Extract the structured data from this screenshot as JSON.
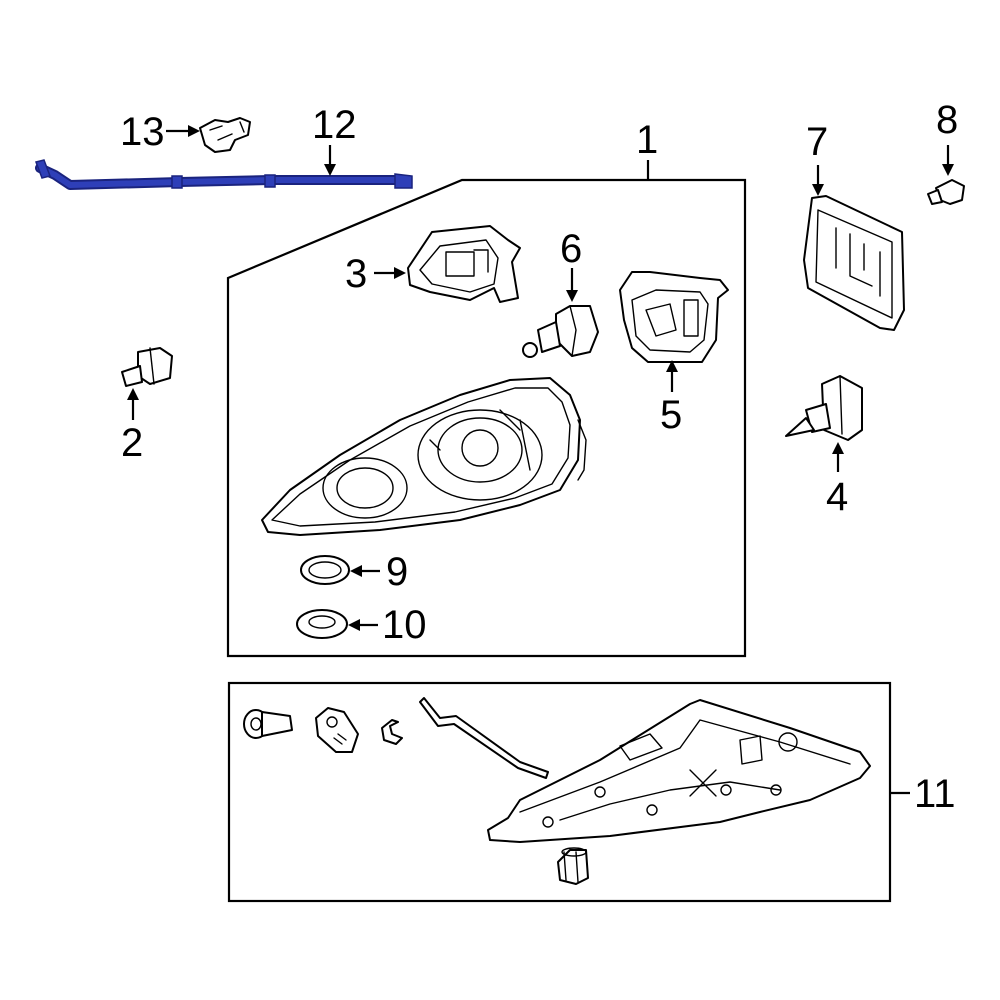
{
  "callouts": {
    "c1": "1",
    "c2": "2",
    "c3": "3",
    "c4": "4",
    "c5": "5",
    "c6": "6",
    "c7": "7",
    "c8": "8",
    "c9": "9",
    "c10": "10",
    "c11": "11",
    "c12": "12",
    "c13": "13"
  },
  "colors": {
    "highlight_fill": "#2e3fb8",
    "highlight_stroke": "#1a237e",
    "line": "#000000",
    "background": "#ffffff"
  },
  "highlighted_part": "12"
}
